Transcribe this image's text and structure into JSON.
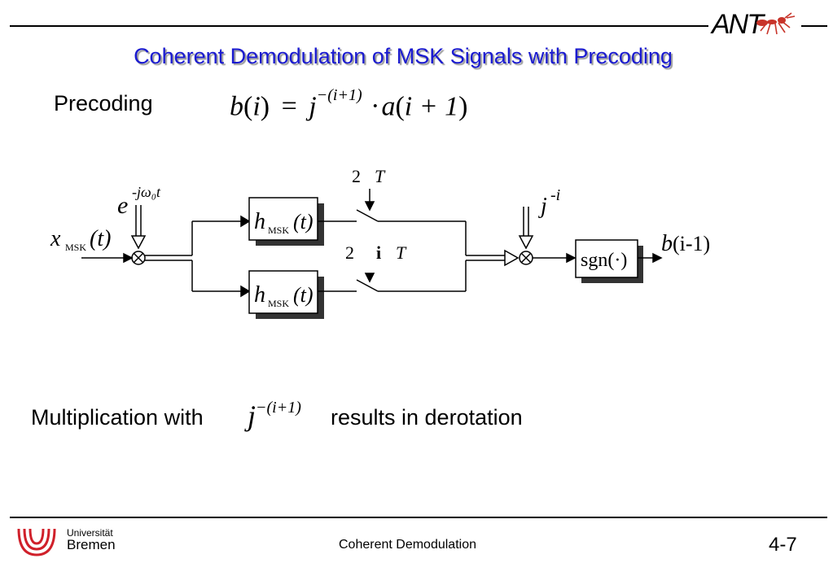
{
  "slide": {
    "title": "Coherent Demodulation of MSK Signals with Precoding",
    "precoding_label": "Precoding",
    "formula": {
      "lhs_b": "b",
      "lhs_i": "i",
      "equals": "=",
      "j": "j",
      "exponent": "−(i+1)",
      "dot": "·",
      "a": "a",
      "arg": "i + 1"
    },
    "sentence": {
      "part1": "Multiplication with",
      "j": "j",
      "exponent": "−(i+1)",
      "part2": "results in derotation"
    }
  },
  "diagram": {
    "input_x": "x",
    "input_sub": "MSK",
    "input_arg": "(t)",
    "carrier_e": "e",
    "carrier_exp": "-jω₀t",
    "filter_h": "h",
    "filter_sub": "MSK",
    "filter_arg": "(t)",
    "sample_top_n": "2",
    "sample_top_T": "T",
    "sample_bot_n": "2",
    "sample_bot_i": "i",
    "sample_bot_T": "T",
    "derot_j": "j",
    "derot_exp": "-i",
    "sgn_label": "sgn(·)",
    "output_b": "b",
    "output_arg": "(i-1)"
  },
  "header": {
    "logo_text": "ANT",
    "ant_icon": "ant-icon"
  },
  "footer": {
    "uni_line1": "Universität",
    "uni_line2": "Bremen",
    "center_text": "Coherent Demodulation",
    "page_number": "4-7"
  },
  "colors": {
    "title": "#1a1ad0",
    "logo_red": "#d0202a",
    "ant_red": "#c8342a"
  }
}
